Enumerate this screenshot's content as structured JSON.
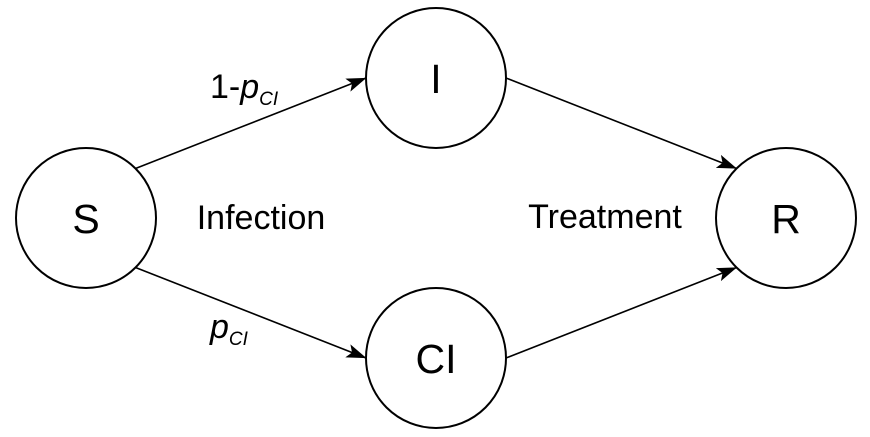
{
  "diagram": {
    "background_color": "#ffffff",
    "stroke_color": "#000000",
    "text_color": "#000000",
    "nodes": {
      "s": {
        "label": "S"
      },
      "i": {
        "label": "I"
      },
      "ci": {
        "label": "CI"
      },
      "r": {
        "label": "R"
      }
    },
    "edges": [
      {
        "from": "S",
        "to": "I",
        "label_prefix": "1-",
        "label_symbol": "p",
        "label_subscript": "CI"
      },
      {
        "from": "S",
        "to": "CI",
        "label_prefix": "",
        "label_symbol": "p",
        "label_subscript": "CI"
      },
      {
        "from": "I",
        "to": "R"
      },
      {
        "from": "CI",
        "to": "R"
      }
    ],
    "phase_labels": {
      "infection": "Infection",
      "treatment": "Treatment"
    }
  }
}
